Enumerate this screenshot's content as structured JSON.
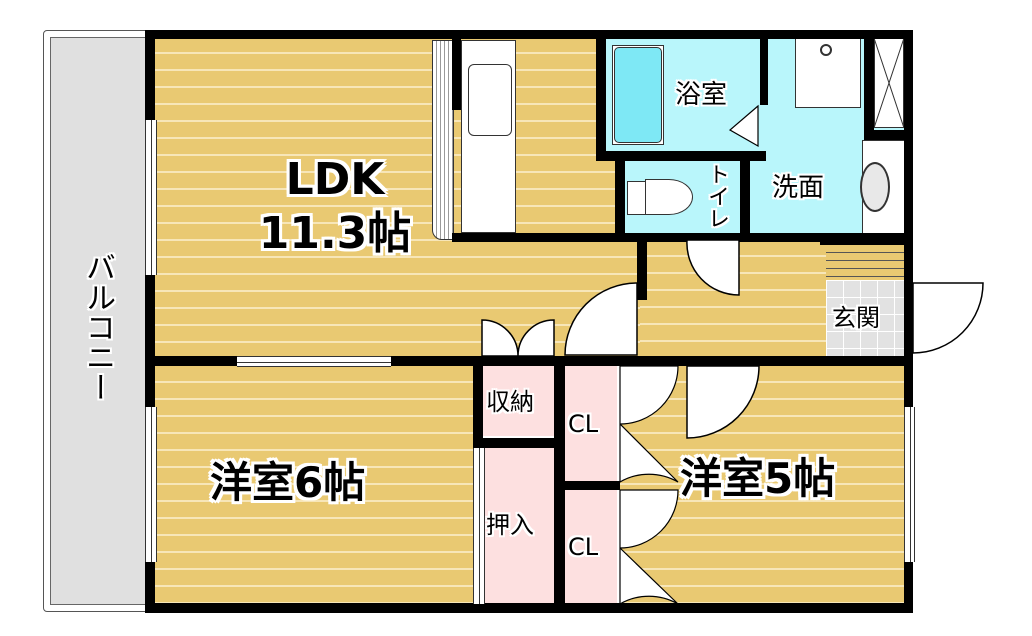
{
  "floorplan": {
    "rooms": {
      "ldk": {
        "name": "LDK",
        "size": "11.3帖"
      },
      "bathroom": {
        "name": "浴室"
      },
      "toilet": {
        "name": "トイレ"
      },
      "washroom": {
        "name": "洗面"
      },
      "entrance": {
        "name": "玄関"
      },
      "storage": {
        "name": "収納"
      },
      "closet_top": {
        "name": "CL"
      },
      "closet_bottom": {
        "name": "CL"
      },
      "oshiire": {
        "name": "押入"
      },
      "western_room_6": {
        "name": "洋室6帖"
      },
      "western_room_5": {
        "name": "洋室5帖"
      },
      "balcony": {
        "name": "バルコニー"
      }
    },
    "colors": {
      "wood_floor": "#e9c972",
      "wood_stripe": "#f7e6b8",
      "wet_area": "#b9f6fb",
      "bathtub": "#7ee8f5",
      "storage": "#fde0e0",
      "balcony": "#e0e0e0",
      "entrance_tile": "#e2e2e2",
      "wall": "#000000"
    }
  }
}
